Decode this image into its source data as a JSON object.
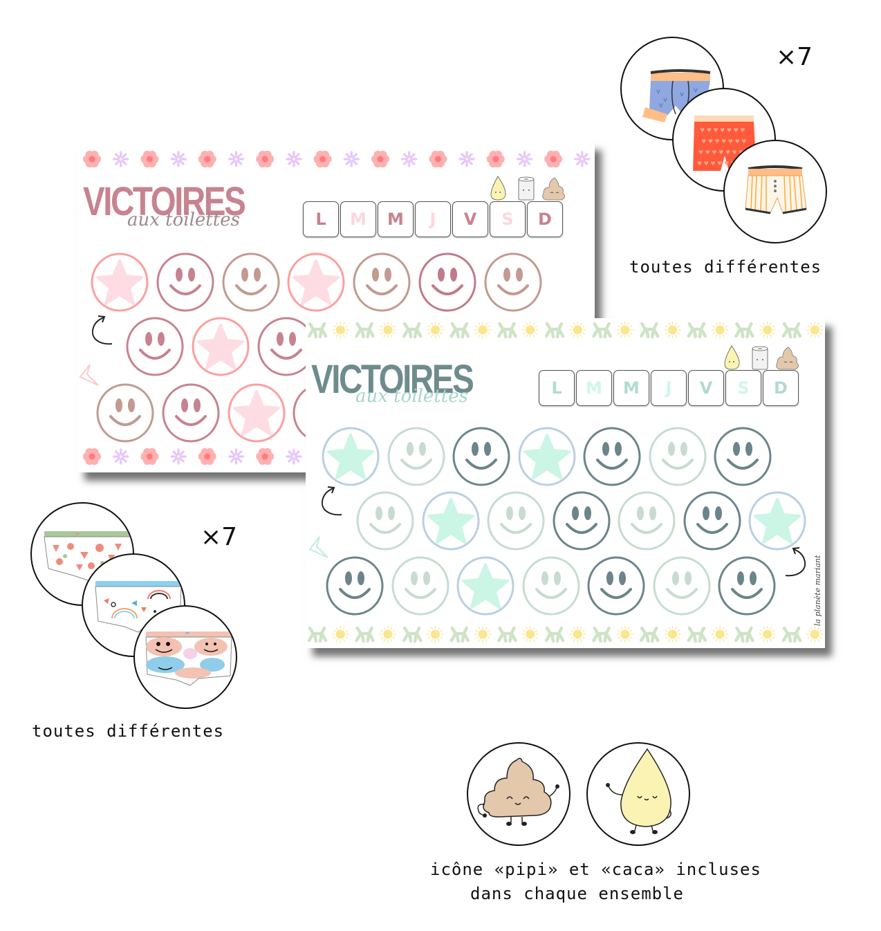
{
  "pink_card": {
    "title": "VICTOIRES",
    "subtitle": "aux toilettes",
    "colors": {
      "title": "#c7838f",
      "subtitle": "#9c8a90",
      "flower": "#ffb0b0",
      "flower_center": "#ff7a80",
      "flower_alt": "#e5c6ff"
    },
    "days": [
      {
        "label": "L",
        "color": "#c7838f"
      },
      {
        "label": "M",
        "color": "#fbd7dc"
      },
      {
        "label": "M",
        "color": "#c7838f"
      },
      {
        "label": "J",
        "color": "#fbd7dc"
      },
      {
        "label": "V",
        "color": "#c7838f"
      },
      {
        "label": "S",
        "color": "#fbd7dc"
      },
      {
        "label": "D",
        "color": "#c7838f"
      }
    ],
    "mascots": [
      "pee-drop-icon",
      "toilet-paper-icon",
      "poop-icon"
    ],
    "rows": [
      [
        {
          "type": "star",
          "ring": "#ff9e9e",
          "fill": "#fddde3"
        },
        {
          "type": "smile",
          "ring": "#c7838f"
        },
        {
          "type": "smile",
          "ring": "#c29a91"
        },
        {
          "type": "star",
          "ring": "#ff9e9e",
          "fill": "#fddde3"
        },
        {
          "type": "smile",
          "ring": "#c29a91"
        },
        {
          "type": "smile",
          "ring": "#c07a8a"
        },
        {
          "type": "smile",
          "ring": "#c29a91"
        }
      ],
      [
        {
          "type": "smile",
          "ring": "#c7838f"
        },
        {
          "type": "star",
          "ring": "#ff9e9e",
          "fill": "#fddde3"
        },
        {
          "type": "smile",
          "ring": "#c7838f"
        }
      ],
      [
        {
          "type": "smile",
          "ring": "#c29a91"
        },
        {
          "type": "smile",
          "ring": "#c7838f"
        },
        {
          "type": "star",
          "ring": "#ff9e9e",
          "fill": "#fddde3"
        },
        {
          "type": "smile",
          "ring": "#c7838f"
        }
      ]
    ]
  },
  "green_card": {
    "title": "VICTOIRES",
    "subtitle": "aux toilettes",
    "signature": "la planète mariant",
    "colors": {
      "title": "#6e8b8e",
      "subtitle": "#a7d5c9",
      "dog": "#cfe3c6",
      "sun": "#fce58f"
    },
    "days": [
      {
        "label": "L",
        "color": "#b2dbcd"
      },
      {
        "label": "M",
        "color": "#cff7e8"
      },
      {
        "label": "M",
        "color": "#b2dbcd"
      },
      {
        "label": "J",
        "color": "#cff7e8"
      },
      {
        "label": "V",
        "color": "#b2dbcd"
      },
      {
        "label": "S",
        "color": "#cff7e8"
      },
      {
        "label": "D",
        "color": "#b2dbcd"
      }
    ],
    "mascots": [
      "pee-drop-icon",
      "toilet-paper-icon",
      "poop-icon"
    ],
    "rows": [
      [
        {
          "type": "star",
          "ring": "#b9cfe3",
          "fill": "#cbf5e5"
        },
        {
          "type": "smile",
          "ring": "#c7dccf"
        },
        {
          "type": "smile",
          "ring": "#6b858a"
        },
        {
          "type": "star",
          "ring": "#b9cfe3",
          "fill": "#cbf5e5"
        },
        {
          "type": "smile",
          "ring": "#6b858a"
        },
        {
          "type": "smile",
          "ring": "#c7dccf"
        },
        {
          "type": "smile",
          "ring": "#6b858a"
        }
      ],
      [
        {
          "type": "smile",
          "ring": "#c7dccf"
        },
        {
          "type": "star",
          "ring": "#b9cfe3",
          "fill": "#cbf5e5"
        },
        {
          "type": "smile",
          "ring": "#c7dccf"
        },
        {
          "type": "smile",
          "ring": "#6b858a"
        },
        {
          "type": "smile",
          "ring": "#c7dccf"
        },
        {
          "type": "smile",
          "ring": "#6b858a"
        },
        {
          "type": "star",
          "ring": "#b9cfe3",
          "fill": "#cbf5e5"
        }
      ],
      [
        {
          "type": "smile",
          "ring": "#6b858a"
        },
        {
          "type": "smile",
          "ring": "#c7dccf"
        },
        {
          "type": "star",
          "ring": "#b9cfe3",
          "fill": "#cbf5e5"
        },
        {
          "type": "smile",
          "ring": "#c7dccf"
        },
        {
          "type": "smile",
          "ring": "#6b858a"
        },
        {
          "type": "smile",
          "ring": "#c7dccf"
        },
        {
          "type": "smile",
          "ring": "#6b858a"
        }
      ]
    ]
  },
  "boxers_set": {
    "multiplier": "×7",
    "caption": "toutes différentes",
    "items": [
      {
        "name": "blue-boxer-briefs",
        "body": "#8fa8e0",
        "band": "#ffbe86"
      },
      {
        "name": "red-boxer-shorts",
        "body": "#ff5a3c",
        "band": "#ffd9b8"
      },
      {
        "name": "striped-boxer-shorts",
        "body": "#fff6ea",
        "band": "#ffbe86",
        "stripe": "#ffa733"
      }
    ]
  },
  "panties_set": {
    "multiplier": "×7",
    "caption": "toutes différentes",
    "items": [
      {
        "name": "watermelon-panties",
        "band": "#a9c79a",
        "pattern": "#f08b7c"
      },
      {
        "name": "rainbow-panties",
        "band": "#8cd0f0",
        "pattern": "#f6a36a"
      },
      {
        "name": "smiley-panties",
        "band": "#f3c2b3",
        "pattern": "#8fcdea"
      }
    ]
  },
  "icons_set": {
    "caption_line1": "icône «pipi» et «caca» incluses",
    "caption_line2": "dans chaque ensemble",
    "items": [
      {
        "name": "poop-character",
        "color": "#e3c8ab"
      },
      {
        "name": "pee-drop-character",
        "color": "#fbf3b4"
      }
    ]
  }
}
